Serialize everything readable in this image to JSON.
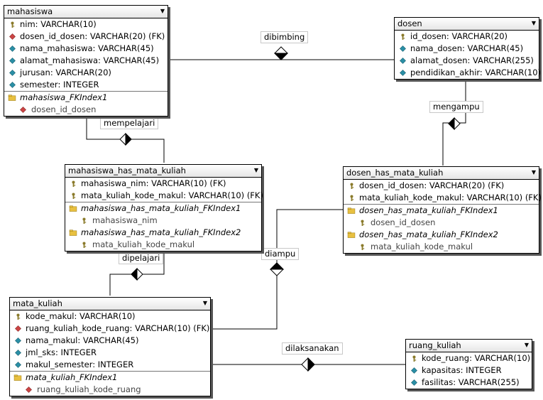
{
  "tables": {
    "mahasiswa": {
      "name": "mahasiswa",
      "columns": [
        {
          "text": "nim: VARCHAR(10)",
          "kind": "pk"
        },
        {
          "text": "dosen_id_dosen: VARCHAR(20) (FK)",
          "kind": "fk"
        },
        {
          "text": "nama_mahasiswa: VARCHAR(45)",
          "kind": "attr"
        },
        {
          "text": "alamat_mahasiswa: VARCHAR(45)",
          "kind": "attr"
        },
        {
          "text": "jurusan: VARCHAR(20)",
          "kind": "attr"
        },
        {
          "text": "semester: INTEGER",
          "kind": "attr"
        }
      ],
      "indexes": [
        {
          "name": "mahasiswa_FKIndex1",
          "cols": [
            {
              "text": "dosen_id_dosen",
              "kind": "fk"
            }
          ]
        }
      ]
    },
    "dosen": {
      "name": "dosen",
      "columns": [
        {
          "text": "id_dosen: VARCHAR(20)",
          "kind": "pk"
        },
        {
          "text": "nama_dosen: VARCHAR(45)",
          "kind": "attr"
        },
        {
          "text": "alamat_dosen: VARCHAR(255)",
          "kind": "attr"
        },
        {
          "text": "pendidikan_akhir: VARCHAR(10)",
          "kind": "attr"
        }
      ],
      "indexes": []
    },
    "mahasiswa_has_mata_kuliah": {
      "name": "mahasiswa_has_mata_kuliah",
      "columns": [
        {
          "text": "mahasiswa_nim: VARCHAR(10) (FK)",
          "kind": "pk"
        },
        {
          "text": "mata_kuliah_kode_makul: VARCHAR(10) (FK)",
          "kind": "pk"
        }
      ],
      "indexes": [
        {
          "name": "mahasiswa_has_mata_kuliah_FKIndex1",
          "cols": [
            {
              "text": "mahasiswa_nim",
              "kind": "pk"
            }
          ]
        },
        {
          "name": "mahasiswa_has_mata_kuliah_FKIndex2",
          "cols": [
            {
              "text": "mata_kuliah_kode_makul",
              "kind": "pk"
            }
          ]
        }
      ]
    },
    "dosen_has_mata_kuliah": {
      "name": "dosen_has_mata_kuliah",
      "columns": [
        {
          "text": "dosen_id_dosen: VARCHAR(20) (FK)",
          "kind": "pk"
        },
        {
          "text": "mata_kuliah_kode_makul: VARCHAR(10) (FK)",
          "kind": "pk"
        }
      ],
      "indexes": [
        {
          "name": "dosen_has_mata_kuliah_FKIndex1",
          "cols": [
            {
              "text": "dosen_id_dosen",
              "kind": "pk"
            }
          ]
        },
        {
          "name": "dosen_has_mata_kuliah_FKIndex2",
          "cols": [
            {
              "text": "mata_kuliah_kode_makul",
              "kind": "pk"
            }
          ]
        }
      ]
    },
    "mata_kuliah": {
      "name": "mata_kuliah",
      "columns": [
        {
          "text": "kode_makul: VARCHAR(10)",
          "kind": "pk"
        },
        {
          "text": "ruang_kuliah_kode_ruang: VARCHAR(10) (FK)",
          "kind": "fk"
        },
        {
          "text": "nama_makul: VARCHAR(45)",
          "kind": "attr"
        },
        {
          "text": "jml_sks: INTEGER",
          "kind": "attr"
        },
        {
          "text": "makul_semester: INTEGER",
          "kind": "attr"
        }
      ],
      "indexes": [
        {
          "name": "mata_kuliah_FKIndex1",
          "cols": [
            {
              "text": "ruang_kuliah_kode_ruang",
              "kind": "fk"
            }
          ]
        }
      ]
    },
    "ruang_kuliah": {
      "name": "ruang_kuliah",
      "columns": [
        {
          "text": "kode_ruang: VARCHAR(10)",
          "kind": "pk"
        },
        {
          "text": "kapasitas: INTEGER",
          "kind": "attr"
        },
        {
          "text": "fasilitas: VARCHAR(255)",
          "kind": "attr"
        }
      ],
      "indexes": []
    }
  },
  "relations": {
    "dibimbing": "dibimbing",
    "mengampu": "mengampu",
    "mempelajari": "mempelajari",
    "dipelajari": "dipelajari",
    "diampu": "diampu",
    "dilaksanakan": "dilaksanakan"
  },
  "colors": {
    "fk": "#cc4444",
    "attr": "#2a8fa6",
    "key": "#8a7a2a",
    "folder": "#e8c040"
  },
  "icons": {
    "pk": "key-icon",
    "fk": "red-diamond-icon",
    "attr": "teal-diamond-icon",
    "index": "folder-icon"
  }
}
